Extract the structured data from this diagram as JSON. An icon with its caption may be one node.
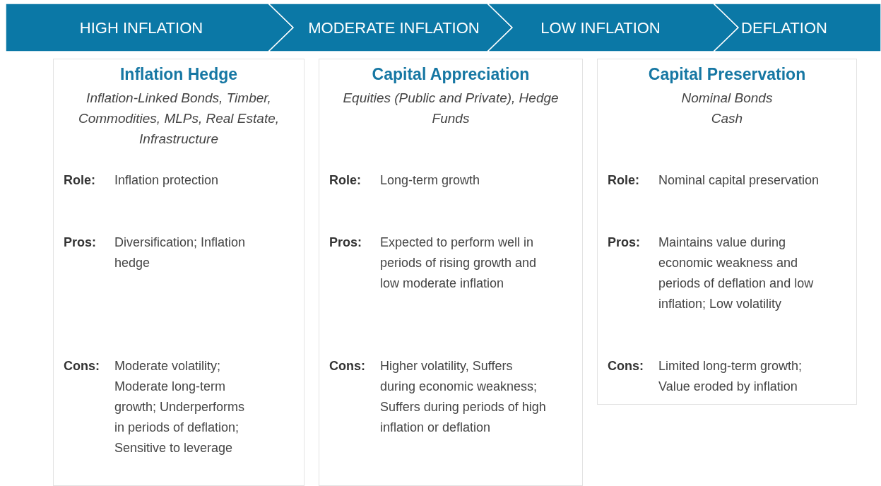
{
  "diagram": {
    "nodes": [
      {
        "text": [
          "HIGH INFLATION"
        ]
      },
      {
        "text": [
          "MODERATE INFLATION"
        ]
      },
      {
        "text": [
          "LOW INFLATION"
        ]
      },
      {
        "text": [
          "DEFLATION"
        ]
      },
      {
        "text": [
          "Inflation Hedge",
          "Inflation-Linked Bonds, Timber, Commodities, MLPs, Real Estate, Infrastructure",
          "Role:",
          "Inflation protection",
          "Pros:",
          "Diversification; Inflation hedge",
          "Cons:",
          "Moderate volatility; Moderate long-term growth; Underperforms in periods of deflation; Sensitive to leverage"
        ]
      },
      {
        "text": [
          "Capital Appreciation",
          "Equities (Public and Private), Hedge Funds",
          "Role:",
          "Long-term growth",
          "Pros:",
          "Expected to perform well in periods of rising growth and low moderate inflation",
          "Cons:",
          "Higher volatility, Suffers during economic weakness; Suffers during periods of high inflation or deflation"
        ]
      },
      {
        "text": [
          "Capital Preservation",
          "Nominal Bonds",
          "Cash",
          "Role:",
          "Nominal capital preservation",
          "Pros:",
          "Maintains value during economic weakness and periods of deflation and low inflation; Low volatility",
          "Cons:",
          "Limited long-term growth; Value eroded by inflation"
        ]
      }
    ],
    "edges": []
  }
}
